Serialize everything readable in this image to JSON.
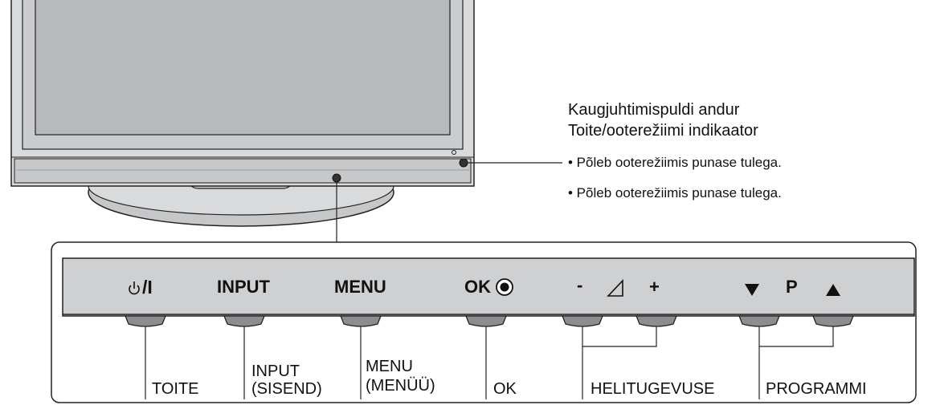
{
  "callout": {
    "line1": "Kaugjuhtimispuldi andur",
    "line2": "Toite/ooterežiimi indikaator",
    "bullets": [
      "• Põleb ooterežiimis punase tulega.",
      "• Põleb ooterežiimis punase tulega."
    ]
  },
  "panel_keys": {
    "power": "⏻/I",
    "input": "INPUT",
    "menu": "MENU",
    "ok": "OK",
    "vol_minus": "-",
    "vol_icon": "◿",
    "vol_plus": "+",
    "prog_down": "▼",
    "prog_p": "P",
    "prog_up": "▲"
  },
  "labels": {
    "power": "TOITE",
    "input_1": "INPUT",
    "input_2": "(SISEND)",
    "menu_1": "MENU",
    "menu_2": "(MENÜÜ)",
    "ok": "OK",
    "volume": "HELITUGEVUSE",
    "programme": "PROGRAMMI"
  },
  "colors": {
    "panel": "#cfd0d2",
    "tv_frame": "#d6d7d9",
    "screen": "#b9babc",
    "button": "#8c8d90"
  }
}
